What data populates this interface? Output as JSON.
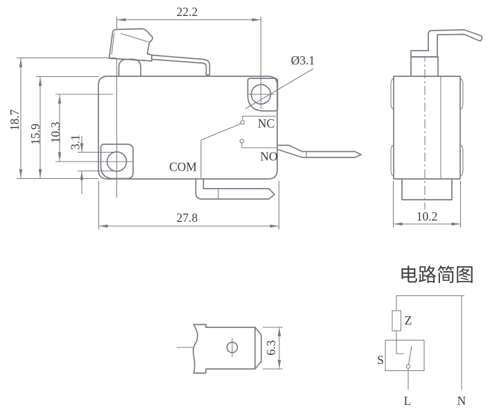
{
  "colors": {
    "line": "#7b7b83",
    "text": "#3e3e44",
    "background": "#ffffff"
  },
  "views": {
    "front": {
      "dims": {
        "top_width": "22.2",
        "total_height": "18.7",
        "body_height": "15.9",
        "hole_spacing": "10.3",
        "hole_diameter": "3.1",
        "hole_diameter_callout": "Ø3.1",
        "bottom_width": "27.8"
      },
      "terminals": {
        "nc": "NC",
        "no": "NO",
        "com": "COM"
      }
    },
    "side": {
      "dims": {
        "width": "10.2"
      }
    },
    "terminal_detail": {
      "dims": {
        "height": "6.3"
      }
    },
    "circuit": {
      "title": "电路简图",
      "labels": {
        "impedance": "Z",
        "switch": "S",
        "live": "L",
        "neutral": "N"
      }
    }
  }
}
